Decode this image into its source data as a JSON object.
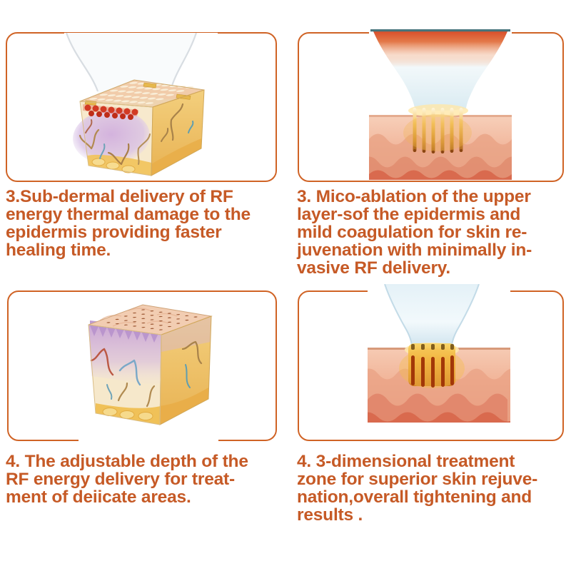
{
  "theme": {
    "accent": "#c65a26",
    "frame": "#d06325",
    "background": "#ffffff"
  },
  "panels": [
    {
      "id": "sub-dermal-delivery",
      "illustration": "skin-cube-with-rf-grid-device",
      "caption_lines": [
        "3.Sub-dermal delivery of RF",
        "energy thermal damage to the",
        "epidermis providing faster",
        "healing time."
      ]
    },
    {
      "id": "micro-ablation",
      "illustration": "rf-handpiece-needles-in-epidermis",
      "caption_lines": [
        "3. Mico-ablation of the upper",
        "layer-sof the epidermis and",
        "mild coagulation for skin re-",
        "juvenation with minimally in-",
        "vasive RF delivery."
      ]
    },
    {
      "id": "adjustable-depth",
      "illustration": "skin-cube-purple-dermis",
      "caption_lines": [
        "4. The adjustable depth of the",
        "RF energy delivery for treat-",
        "ment of deiicate areas."
      ]
    },
    {
      "id": "three-dimensional-zone",
      "illustration": "rf-handpiece-deep-needles",
      "caption_lines": [
        "4. 3-dimensional treatment",
        "zone for superior skin rejuve-",
        "nation,overall tightening and",
        "results ."
      ]
    }
  ]
}
